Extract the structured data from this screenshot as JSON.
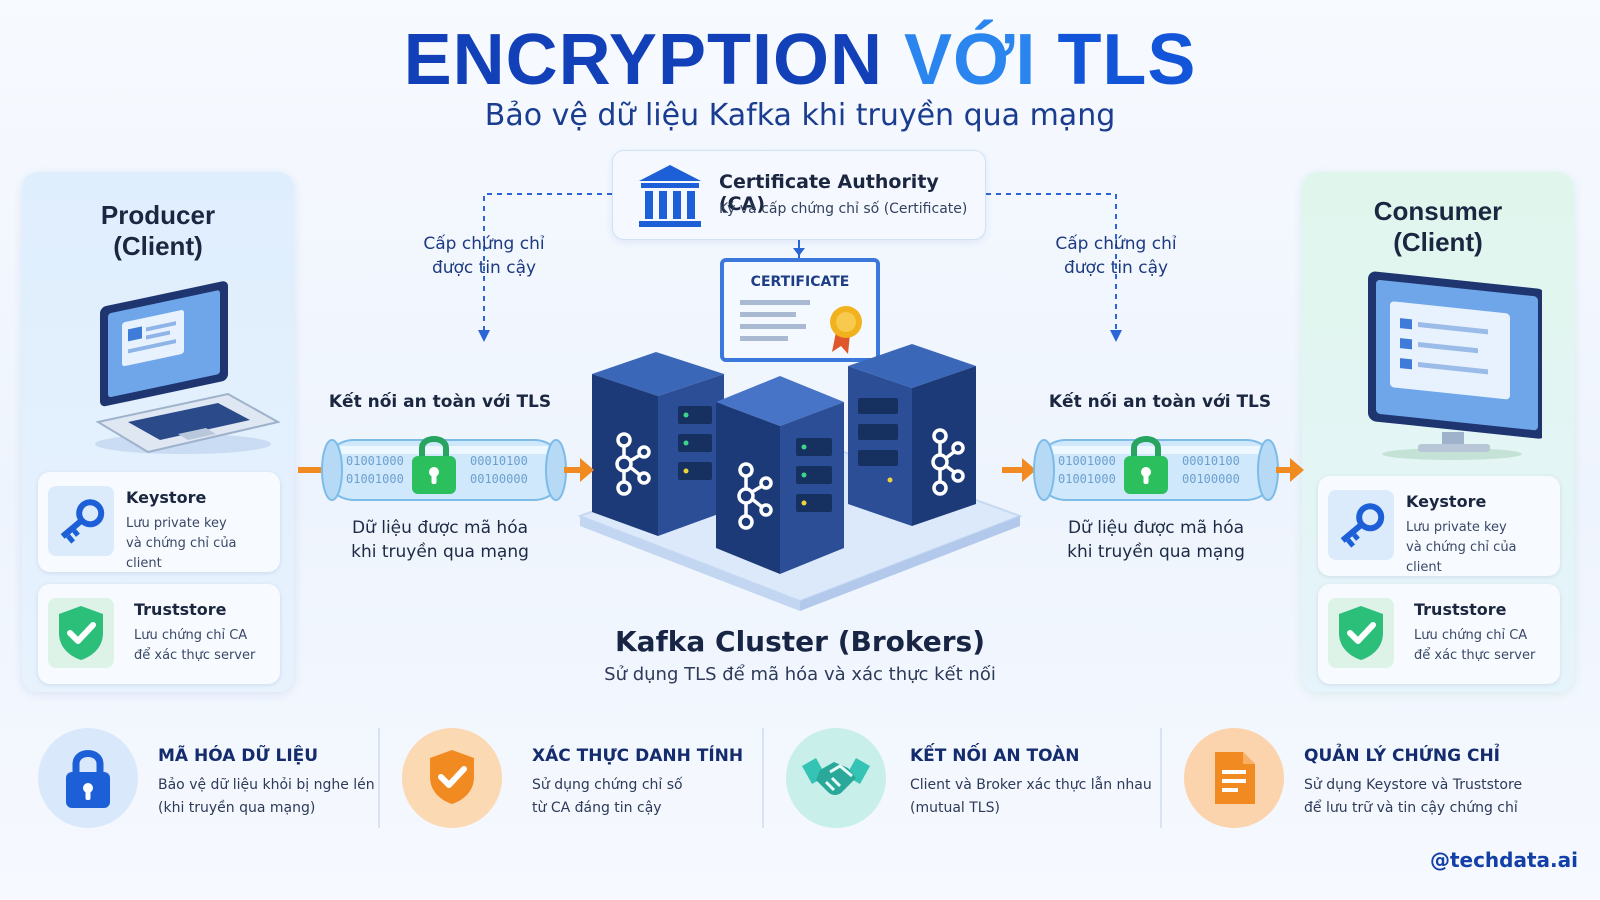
{
  "header": {
    "title_part1": "ENCRYPTION",
    "title_part2": "VỚI",
    "title_part3": "TLS",
    "subtitle": "Bảo vệ dữ liệu Kafka khi truyền qua mạng"
  },
  "producer": {
    "title_line1": "Producer",
    "title_line2": "(Client)",
    "keystore": {
      "title": "Keystore",
      "desc_line1": "Lưu private key",
      "desc_line2": "và chứng chỉ của client"
    },
    "truststore": {
      "title": "Truststore",
      "desc_line1": "Lưu chứng chỉ CA",
      "desc_line2": "để xác thực server"
    }
  },
  "consumer": {
    "title_line1": "Consumer",
    "title_line2": "(Client)",
    "keystore": {
      "title": "Keystore",
      "desc_line1": "Lưu private key",
      "desc_line2": "và chứng chỉ của client"
    },
    "truststore": {
      "title": "Truststore",
      "desc_line1": "Lưu chứng chỉ CA",
      "desc_line2": "để xác thực server"
    }
  },
  "ca": {
    "title": "Certificate Authority (CA)",
    "desc": "Ký và cấp chứng chỉ số (Certificate)",
    "left_label_line1": "Cấp chứng chỉ",
    "left_label_line2": "được tin cậy",
    "right_label_line1": "Cấp chứng chỉ",
    "right_label_line2": "được tin cậy"
  },
  "certificate": {
    "label": "CERTIFICATE"
  },
  "left_link": {
    "title": "Kết nối an toàn với TLS",
    "bits_top": "01001000",
    "bits_bottom": "01001000",
    "bits_top2": "00010100",
    "bits_bottom2": "00100000",
    "desc_line1": "Dữ liệu được mã hóa",
    "desc_line2": "khi truyền qua mạng"
  },
  "right_link": {
    "title": "Kết nối an toàn với TLS",
    "bits_top": "01001000",
    "bits_bottom": "01001000",
    "bits_top2": "00010100",
    "bits_bottom2": "00100000",
    "desc_line1": "Dữ liệu được mã hóa",
    "desc_line2": "khi truyền qua mạng"
  },
  "cluster": {
    "title": "Kafka Cluster (Brokers)",
    "subtitle": "Sử dụng TLS để mã hóa và xác thực kết nối"
  },
  "features": [
    {
      "title": "MÃ HÓA DỮ LIỆU",
      "desc_line1": "Bảo vệ dữ liệu khỏi bị nghe lén",
      "desc_line2": "(khi truyền qua mạng)"
    },
    {
      "title": "XÁC THỰC DANH TÍNH",
      "desc_line1": "Sử dụng chứng chỉ số",
      "desc_line2": "từ CA đáng tin cậy"
    },
    {
      "title": "KẾT NỐI AN TOÀN",
      "desc_line1": "Client và Broker xác thực lẫn nhau",
      "desc_line2": "(mutual TLS)"
    },
    {
      "title": "QUẢN LÝ CHỨNG CHỈ",
      "desc_line1": "Sử dụng Keystore và Truststore",
      "desc_line2": "để lưu trữ và tin cậy chứng chỉ"
    }
  ],
  "footer": {
    "handle": "@techdata.ai"
  },
  "colors": {
    "primary": "#1140b8",
    "accent": "#2a86ee",
    "orange": "#f28a22",
    "green": "#2bbf7a",
    "teal": "#34c3b4"
  },
  "icons": [
    "bank-icon",
    "laptop-icon",
    "monitor-icon",
    "key-icon",
    "shield-check-icon",
    "lock-icon",
    "handshake-icon",
    "document-icon",
    "server-icon",
    "kafka-logo-icon",
    "certificate-icon"
  ]
}
